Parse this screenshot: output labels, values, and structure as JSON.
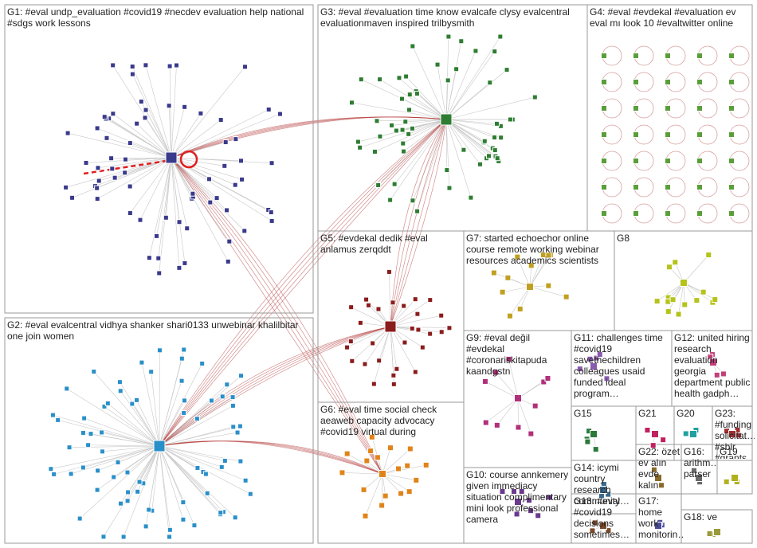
{
  "colors": {
    "edge": "#c8c8c8",
    "edge_strong": "#b03030",
    "self_loop": "#e02020",
    "box_border": "#999999"
  },
  "groups": [
    {
      "id": "g1",
      "label": "G1: #eval undp_evaluation #covid19 #necdev evaluation help national #sdgs work lessons",
      "node_color": "#3a3a8c"
    },
    {
      "id": "g2",
      "label": "G2: #eval evalcentral vidhya shanker shari0133 unwebinar khalilbitar one join women",
      "node_color": "#2a8fc9"
    },
    {
      "id": "g3",
      "label": "G3: #eval #evaluation time know evalcafe clysy evalcentral evaluationmaven inspired trilbysmith",
      "node_color": "#2e7d32"
    },
    {
      "id": "g4",
      "label": "G4: #eval #evdekal #evaluation ev eval mı look 10 #evaltwitter online",
      "node_color": "#5a9e3a"
    },
    {
      "id": "g5",
      "label": "G5: #evdekal dedik #eval anlamus zerqddt",
      "node_color": "#8b1c1c"
    },
    {
      "id": "g6",
      "label": "G6: #eval time social check aeaweb capacity advocacy #covid19 virtual during",
      "node_color": "#e0841a"
    },
    {
      "id": "g7",
      "label": "G7: started echoechor online course remote working webinar resources academics scientists",
      "node_color": "#c0a020"
    },
    {
      "id": "g8",
      "label": "G8",
      "node_color": "#b5c31a"
    },
    {
      "id": "g9",
      "label": "G9: #eval değil #evdekal #coronariskitapuda kaandgstn",
      "node_color": "#b0307a"
    },
    {
      "id": "g10",
      "label": "G10: course annkemery given immediacy situation complimentary mini look professional camera",
      "node_color": "#6a3a8c"
    },
    {
      "id": "g11",
      "label": "G11: challenges time #covid19 savethechildren colleagues usaid funded ideal program…",
      "node_color": "#8a5ab0"
    },
    {
      "id": "g12",
      "label": "G12: united hiring research evaluation georgia department public health gadph…",
      "node_color": "#c0407a"
    },
    {
      "id": "g13",
      "label": "G13: #eval #covid19 decisions sometimes…",
      "node_color": "#7a4a2a"
    },
    {
      "id": "g14",
      "label": "G14: icymi country research community…",
      "node_color": "#3a6a8c"
    },
    {
      "id": "g15",
      "label": "G15",
      "node_color": "#2a7a3a"
    },
    {
      "id": "g16",
      "label": "G16: arithm… parser",
      "node_color": "#6a6a6a"
    },
    {
      "id": "g17",
      "label": "G17: home work monitorin…",
      "node_color": "#4a4a9a"
    },
    {
      "id": "g18",
      "label": "G18: ve",
      "node_color": "#9a9a3a"
    },
    {
      "id": "g19",
      "label": "G19",
      "node_color": "#b0b020"
    },
    {
      "id": "g20",
      "label": "G20",
      "node_color": "#20a0a0"
    },
    {
      "id": "g21",
      "label": "G21",
      "node_color": "#c02060"
    },
    {
      "id": "g22",
      "label": "G22: özet ev alın evde kalın bence…",
      "node_color": "#8a6a2a"
    },
    {
      "id": "g23",
      "label": "G23: #funding solicitat… #sbir #grants…",
      "node_color": "#a03030"
    }
  ]
}
